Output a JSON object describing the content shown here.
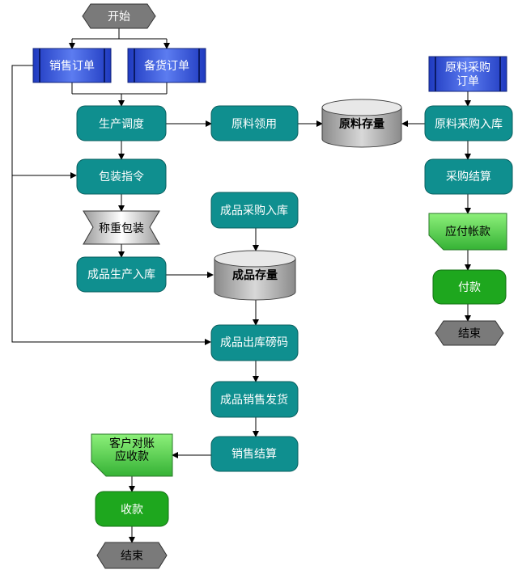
{
  "nodes": {
    "start": "开始",
    "sales_order": "销售订单",
    "stock_order": "备货订单",
    "production_dispatch": "生产调度",
    "material_requisition": "原料领用",
    "material_stock": "原料存量",
    "purchase_inbound": "原料采购入库",
    "purchase_order_line1": "原料采购",
    "purchase_order_line2": "订单",
    "packing_instruction": "包装指令",
    "purchase_settlement": "采购结算",
    "weigh_pack": "称重包装",
    "finished_purchase_inbound": "成品采购入库",
    "payable": "应付帐款",
    "finished_production_inbound": "成品生产入库",
    "finished_stock": "成品存量",
    "payment": "付款",
    "end_right": "结束",
    "finished_outbound": "成品出库磅码",
    "finished_shipment": "成品销售发货",
    "customer_recon_line1": "客户对账",
    "customer_recon_line2": "应收款",
    "sales_settlement": "销售结算",
    "collection": "收款",
    "end_bottom": "结束"
  },
  "colors": {
    "teal": "#0f8f8f",
    "blue_box": "#2a46c8",
    "green_doc": "#66d05a",
    "green_round": "#1ea71e",
    "gray": "#888888",
    "line": "#000000"
  }
}
